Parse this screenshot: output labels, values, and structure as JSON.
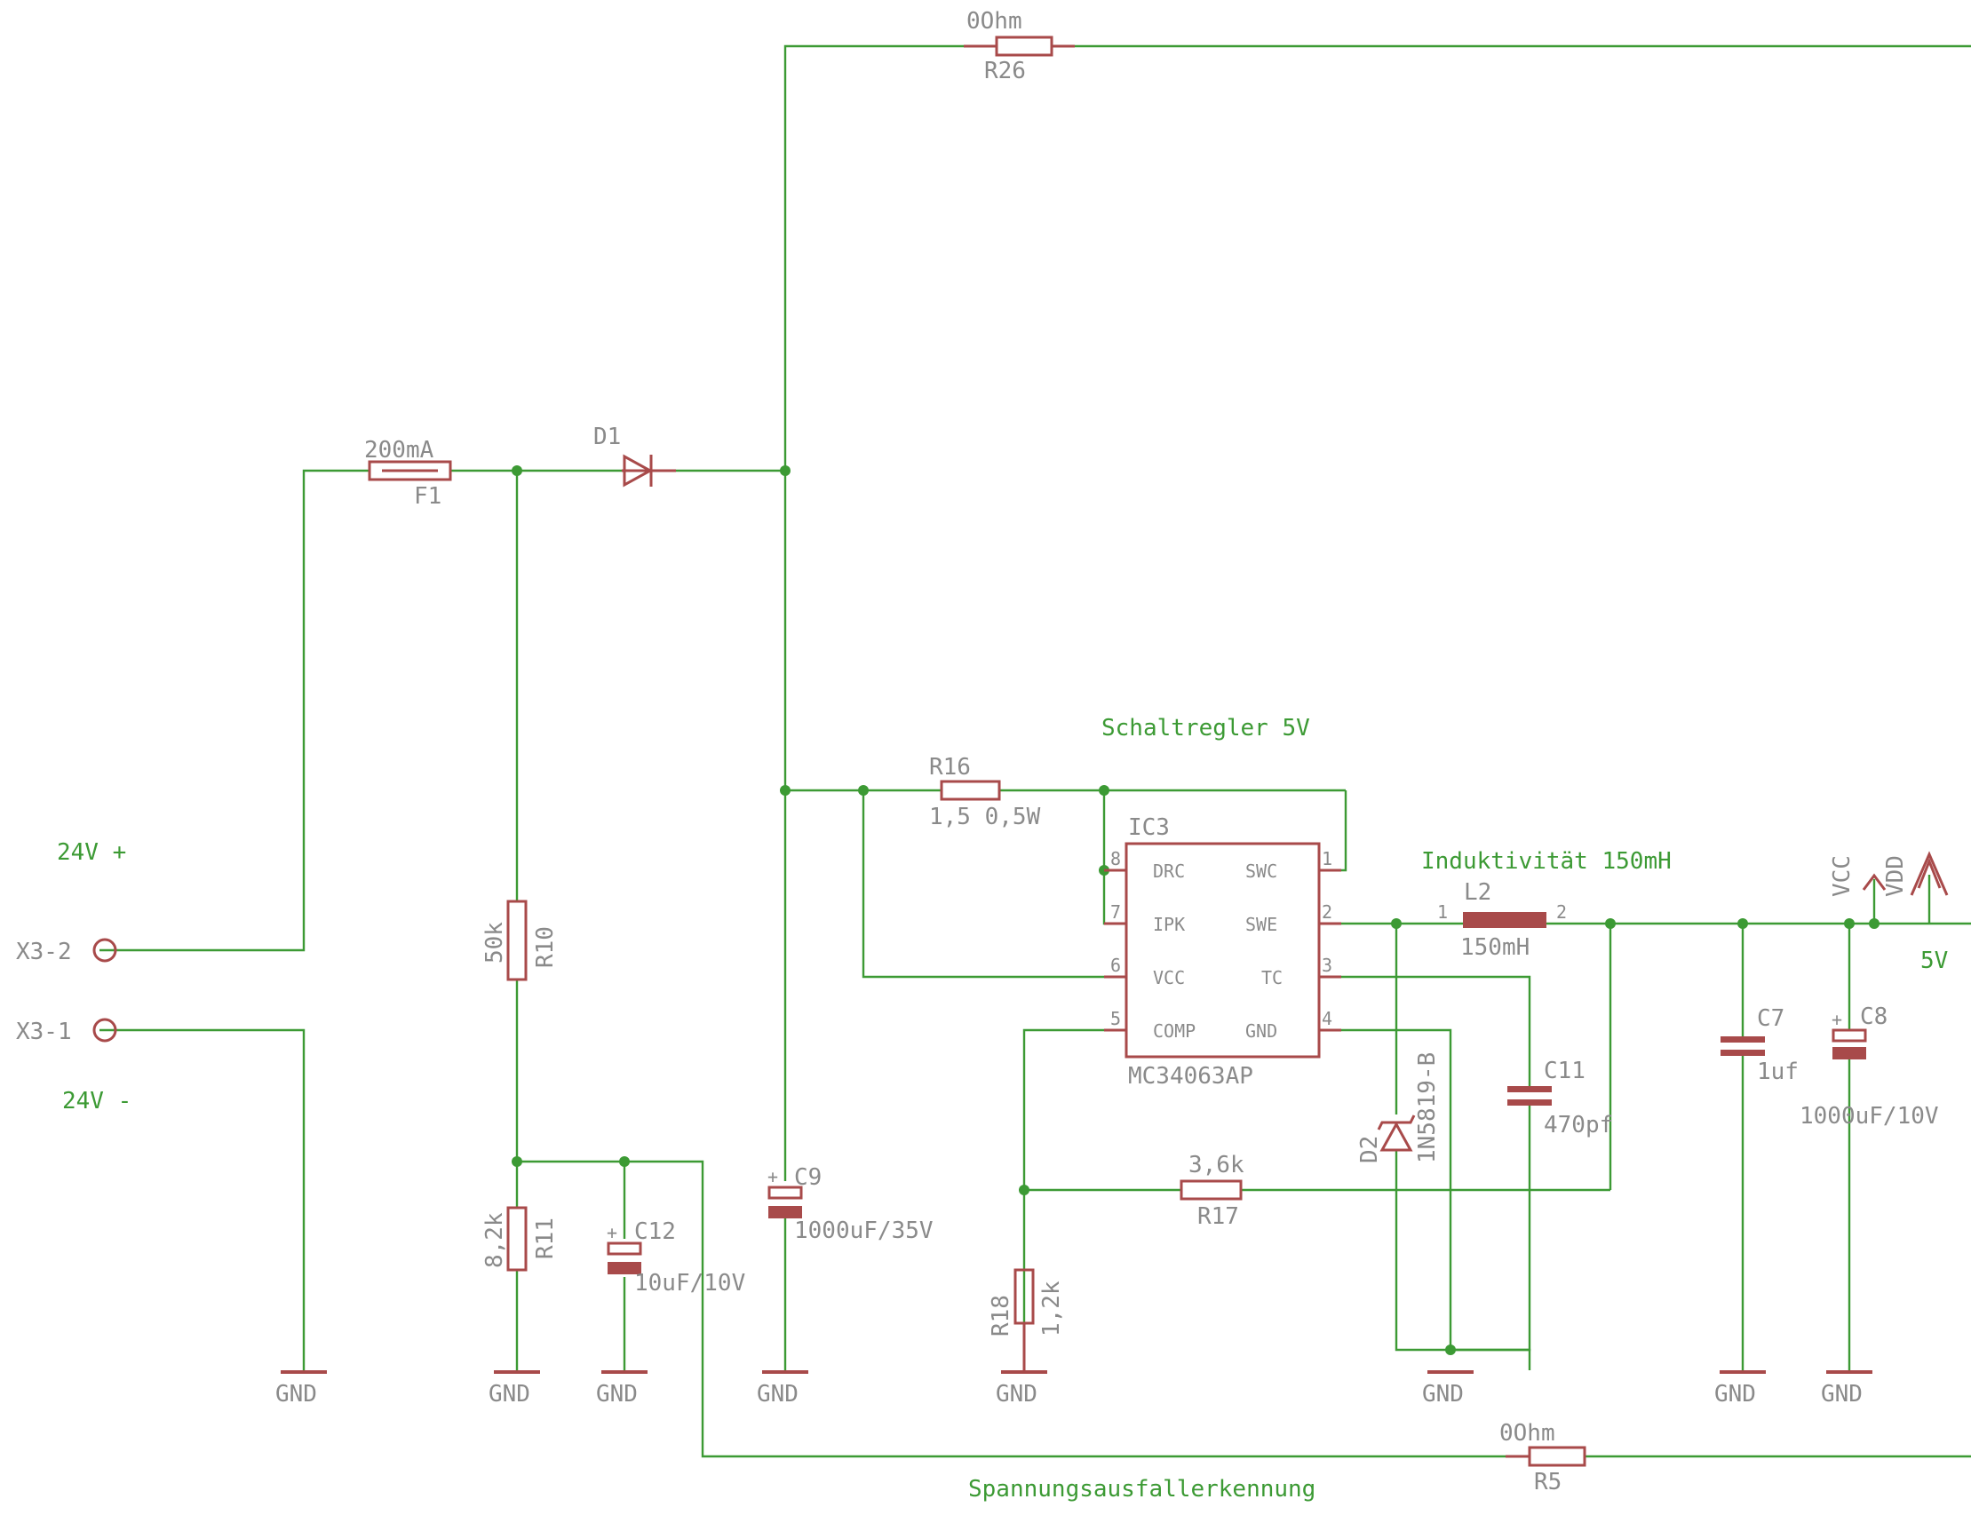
{
  "notes": {
    "v24p": "24V +",
    "v24m": "24V -",
    "schaltregler": "Schaltregler 5V",
    "induktivitaet": "Induktivität 150mH",
    "v5": "5V",
    "spannung": "Spannungsausfallerkennung"
  },
  "connectors": {
    "x3_2": "X3-2",
    "x3_1": "X3-1"
  },
  "components": {
    "r26": {
      "name": "R26",
      "value": "0Ohm"
    },
    "f1": {
      "name": "F1",
      "value": "200mA"
    },
    "d1": {
      "name": "D1"
    },
    "r10": {
      "name": "R10",
      "value": "50k"
    },
    "r11": {
      "name": "R11",
      "value": "8,2k"
    },
    "c12": {
      "name": "C12",
      "value": "10uF/10V"
    },
    "c9": {
      "name": "C9",
      "value": "1000uF/35V"
    },
    "r16": {
      "name": "R16",
      "value": "1,5 0,5W"
    },
    "ic3": {
      "name": "IC3",
      "value": "MC34063AP"
    },
    "l2": {
      "name": "L2",
      "value": "150mH"
    },
    "d2": {
      "name": "D2",
      "value": "1N5819-B"
    },
    "c11": {
      "name": "C11",
      "value": "470pf"
    },
    "r17": {
      "name": "R17",
      "value": "3,6k"
    },
    "r18": {
      "name": "R18",
      "value": "1,2k"
    },
    "c7": {
      "name": "C7",
      "value": "1uf"
    },
    "c8": {
      "name": "C8",
      "value": "1000uF/10V"
    },
    "r5": {
      "name": "R5",
      "value": "0Ohm"
    }
  },
  "ic_pins": {
    "drc": "DRC",
    "swc": "SWC",
    "ipk": "IPK",
    "swe": "SWE",
    "vcc": "VCC",
    "tc": "TC",
    "comp": "COMP",
    "gnd": "GND",
    "p1": "1",
    "p2": "2",
    "p3": "3",
    "p4": "4",
    "p5": "5",
    "p6": "6",
    "p7": "7",
    "p8": "8"
  },
  "l2_pins": {
    "p1": "1",
    "p2": "2"
  },
  "supply": {
    "vcc": "VCC",
    "vdd": "VDD"
  },
  "gnd_label": "GND",
  "colors": {
    "wire": "#3c9a34",
    "part": "#a84a4a",
    "label": "#8a8a8a"
  }
}
